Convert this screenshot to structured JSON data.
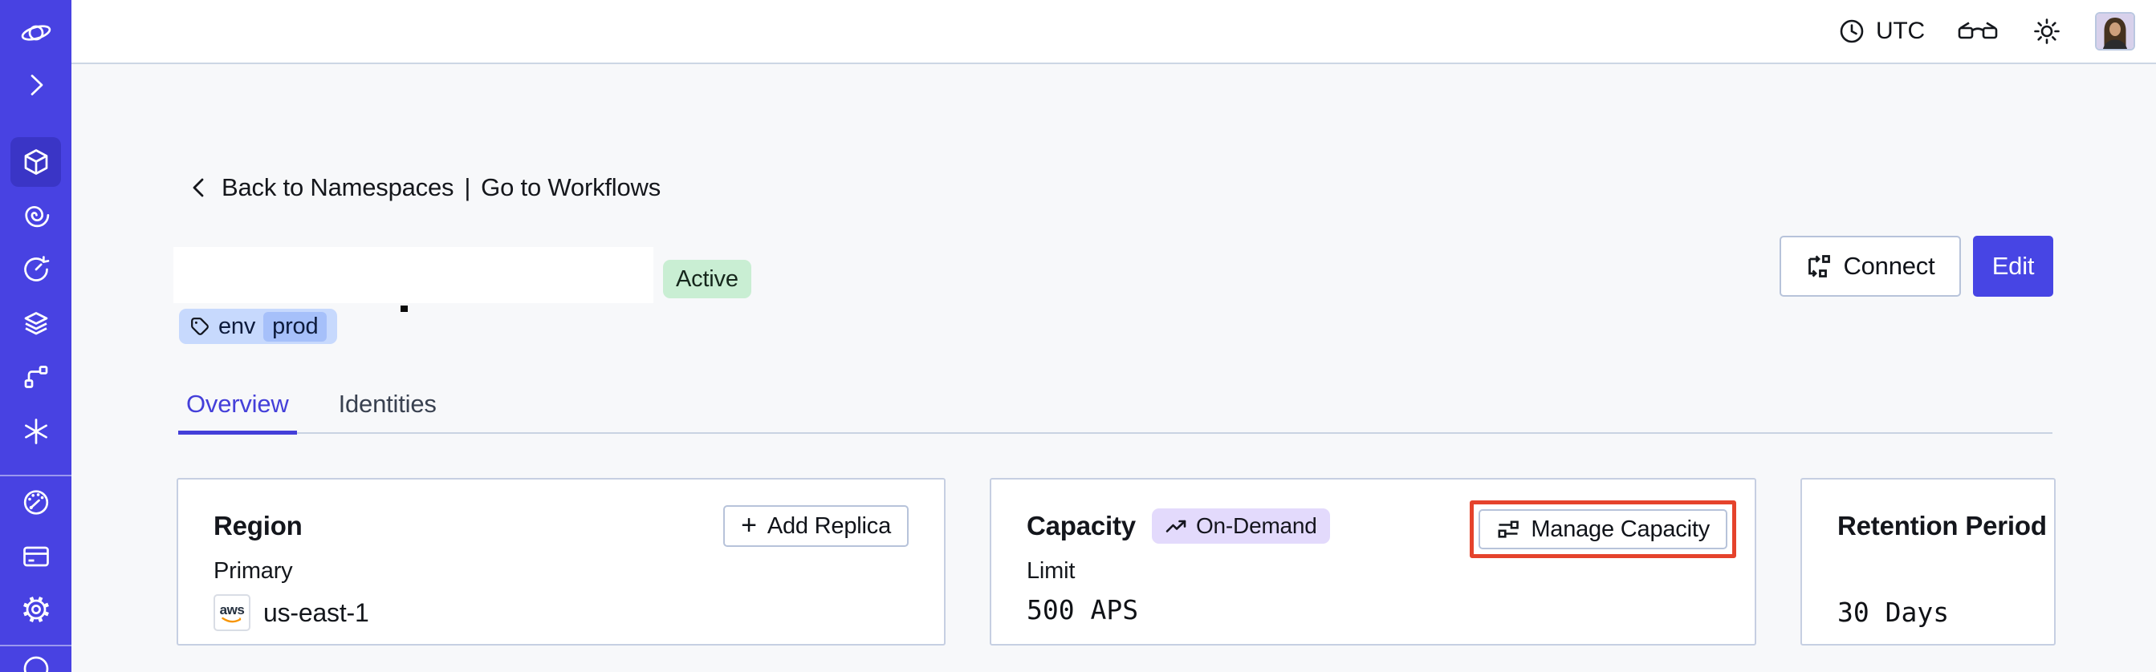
{
  "topbar": {
    "timezone_label": "UTC"
  },
  "sidebar": {
    "active_item": "namespaces",
    "items": [
      "temporal-logo",
      "expand-sidebar",
      "namespaces",
      "workflows",
      "schedules",
      "deployments",
      "batch-operations",
      "nexus",
      "usage",
      "billing",
      "settings",
      "support"
    ]
  },
  "nav_links": {
    "back_label": "Back to Namespaces",
    "separator": "|",
    "workflows_label": "Go to Workflows"
  },
  "namespace_header": {
    "status_badge": "Active",
    "tag_key": "env",
    "tag_value": "prod",
    "connect_label": "Connect",
    "edit_label": "Edit"
  },
  "tabs": [
    {
      "label": "Overview",
      "active": true
    },
    {
      "label": "Identities",
      "active": false
    }
  ],
  "cards": {
    "region": {
      "title": "Region",
      "plus_glyph": "+",
      "add_replica_label": "Add Replica",
      "field_label": "Primary",
      "provider_label": "aws",
      "region_value": "us-east-1"
    },
    "capacity": {
      "title": "Capacity",
      "badge_label": "On-Demand",
      "manage_label": "Manage Capacity",
      "field_label": "Limit",
      "limit_value": "500 APS"
    },
    "retention": {
      "title": "Retention Period",
      "value": "30 Days"
    }
  },
  "colors": {
    "sidebar_bg": "#4842e2",
    "sidebar_active_bg": "#3a35c6",
    "accent_indigo": "#4745e4",
    "tab_active": "#443fd9",
    "status_active_bg": "#c9eed3",
    "tag_bg": "#c7d9fd",
    "tag_value_bg": "#a6c0fa",
    "ondemand_badge_bg": "#e3dafc",
    "annotation_red": "#e5432c",
    "page_bg": "#f7f8fa",
    "card_border": "#c6cfe2",
    "aws_orange": "#f79400"
  }
}
